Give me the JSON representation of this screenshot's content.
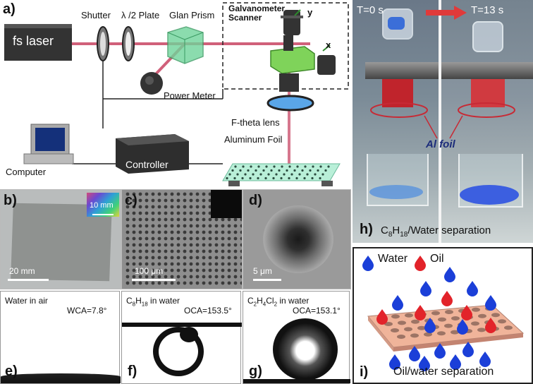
{
  "panel_a": {
    "letter": "a)",
    "laser_label": "fs laser",
    "shutter_label": "Shutter",
    "plate_label": "λ /2 Plate",
    "prism_label": "Glan Prism",
    "scanner_label": "Galvanometer\nScanner",
    "axis_x": "x",
    "axis_y": "y",
    "power_meter_label": "Power Meter",
    "lens_label": "F-theta lens",
    "foil_label": "Aluminum Foil",
    "computer_label": "Computer",
    "controller_label": "Controller"
  },
  "panel_b": {
    "letter": "b)",
    "scale": "20 mm",
    "inset_scale": "10 mm"
  },
  "panel_c": {
    "letter": "c)",
    "scale": "100 μm"
  },
  "panel_d": {
    "letter": "d)",
    "scale": "5 μm"
  },
  "panel_e": {
    "letter": "e)",
    "title": "Water in air",
    "angle": "WCA=7.8°"
  },
  "panel_f": {
    "letter": "f)",
    "title_main": "C",
    "title_sub1": "8",
    "title_mid": "H",
    "title_sub2": "18",
    "title_tail": " in water",
    "angle": "OCA=153.5°"
  },
  "panel_g": {
    "letter": "g)",
    "title_main": "C",
    "title_sub1": "2",
    "title_mid": "H",
    "title_sub2": "4",
    "title_mid2": "Cl",
    "title_sub3": "2",
    "title_tail": " in water",
    "angle": "OCA=153.1°"
  },
  "panel_h": {
    "letter": "h)",
    "t0": "T=0 s",
    "t13": "T=13 s",
    "al_label": "Al foil",
    "caption_main": "C",
    "caption_sub1": "8",
    "caption_mid": "H",
    "caption_sub2": "18",
    "caption_tail": "/Water separation"
  },
  "panel_i": {
    "letter": "i)",
    "water_label": "Water",
    "oil_label": "Oil",
    "caption": "Oil/water separation"
  },
  "colors": {
    "beam": "#d0607a",
    "prism": "#6fd49a",
    "scanner": "#7fd35a",
    "foil": "#b9efd8",
    "lens": "#5aa6e8",
    "water_drop": "#1b3fd8",
    "oil_drop": "#e2232a",
    "mesh": "#f0b49a"
  }
}
